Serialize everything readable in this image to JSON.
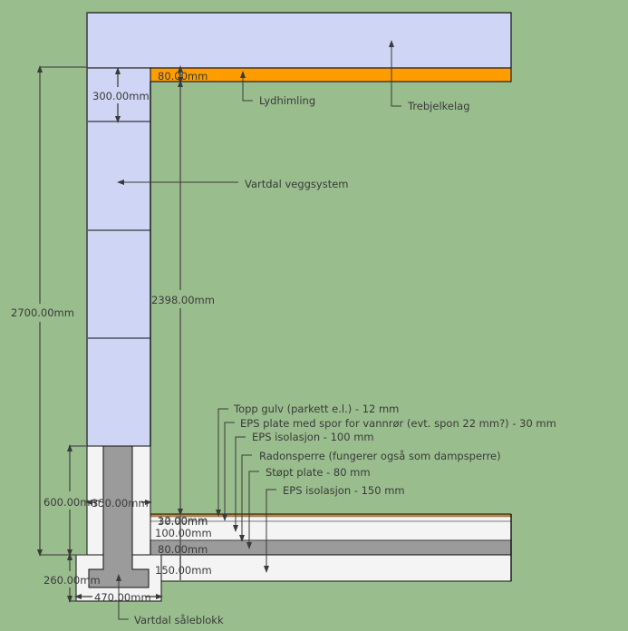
{
  "colors": {
    "background": "#9abd8e",
    "wall_block": "#cfd5f4",
    "ceiling_insulation": "#ff9d00",
    "concrete": "#9b9b9b",
    "insulation": "#f4f4f4",
    "parquet": "#c58a2c"
  },
  "labels": {
    "trebjelkelag": "Trebjelkelag",
    "lydhimling": "Lydhimling",
    "veggsystem": "Vartdal veggsystem",
    "saleblokk": "Vartdal såleblokk",
    "floor_layers": [
      "Topp gulv (parkett e.l.) - 12 mm",
      "EPS plate med spor for vannrør (evt. spon 22 mm?) - 30 mm",
      "EPS isolasjon - 100 mm",
      "Radonsperre (fungerer også som dampsperre)",
      "Støpt plate - 80 mm",
      "EPS isolasjon - 150 mm"
    ]
  },
  "dimensions": {
    "ceiling": "80.00mm",
    "top_block": "300.00mm",
    "total_height": "2700.00mm",
    "room_height": "2398.00mm",
    "wall_base": "600.00mm",
    "wall_width": "350.00mm",
    "footing_height": "260.00mm",
    "footing_width": "470.00mm",
    "floor_top": "12.00mm",
    "floor_eps_plate": "30.00mm",
    "floor_eps": "100.00mm",
    "floor_slab": "80.00mm",
    "floor_eps_bottom": "150.00mm"
  }
}
